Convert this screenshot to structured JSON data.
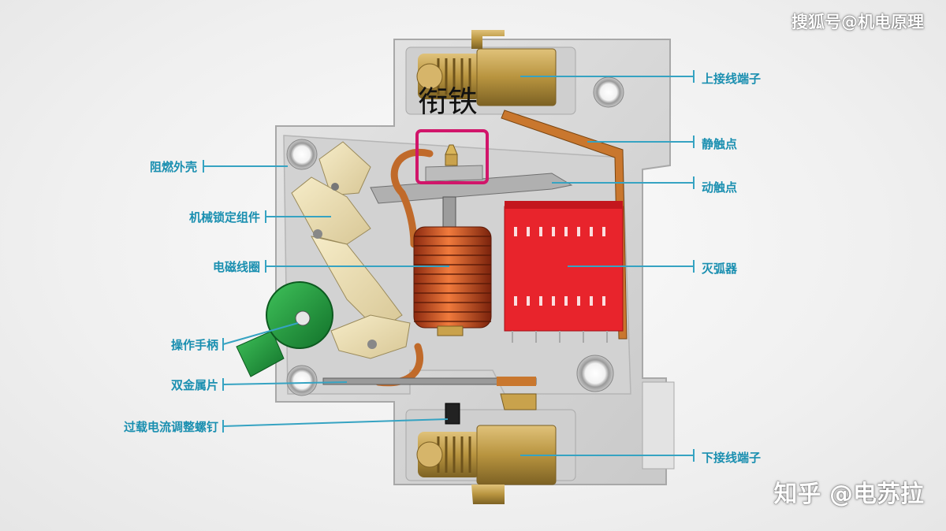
{
  "watermarks": {
    "top": "搜狐号@机电原理",
    "bottom": "知乎 @电苏拉"
  },
  "highlight": {
    "label": "衔铁",
    "color": "#d1156a"
  },
  "labels": {
    "upper_terminal": "上接线端子",
    "static_contact": "静触点",
    "moving_contact": "动触点",
    "arc_chute": "灭弧器",
    "lower_terminal": "下接线端子",
    "flame_retardant_housing": "阻燃外壳",
    "mechanical_lock": "机械锁定组件",
    "coil": "电磁线圈",
    "handle": "操作手柄",
    "bimetal": "双金属片",
    "overload_screw": "过载电流调整螺钉"
  },
  "colors": {
    "label_text": "#1a8fb0",
    "leader_line": "#36a3c2",
    "housing": "#d9d9d9",
    "handle": "#1f9a3a",
    "arc_chute": "#e8242c",
    "coil": "#c8461e",
    "brass": "#b89445"
  }
}
